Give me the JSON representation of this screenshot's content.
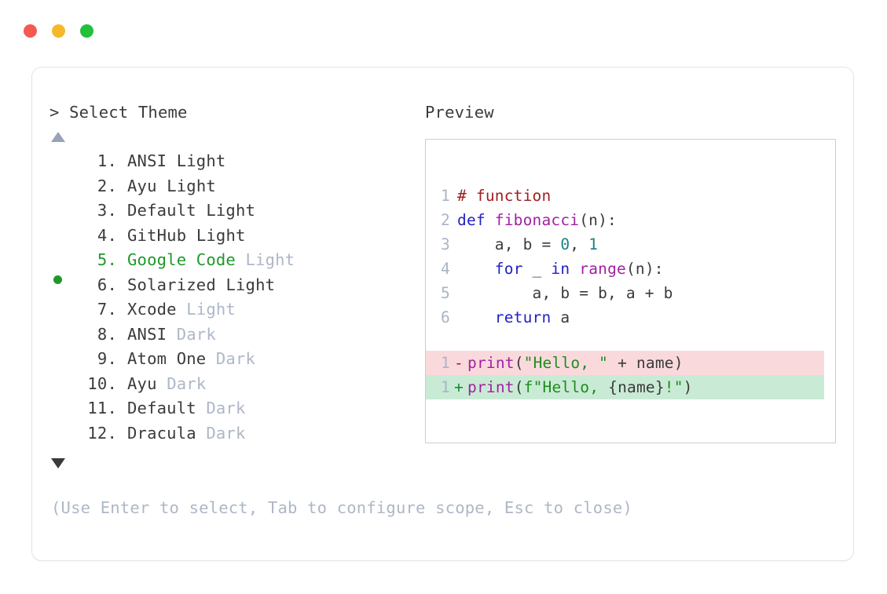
{
  "window": {
    "traffic_lights": [
      {
        "name": "close",
        "color": "#f65951"
      },
      {
        "name": "minimize",
        "color": "#f6b82b"
      },
      {
        "name": "maximize",
        "color": "#23c03a"
      }
    ]
  },
  "selector": {
    "prompt_caret": ">",
    "prompt_label": "Select Theme",
    "scroll_up_icon": "triangle-up-icon",
    "scroll_down_icon": "triangle-down-icon",
    "selected_index": 5,
    "items": [
      {
        "index": "1.",
        "name": "ANSI",
        "variant": "Light",
        "variant_muted": false,
        "selected": false
      },
      {
        "index": "2.",
        "name": "Ayu",
        "variant": "Light",
        "variant_muted": false,
        "selected": false
      },
      {
        "index": "3.",
        "name": "Default",
        "variant": "Light",
        "variant_muted": false,
        "selected": false
      },
      {
        "index": "4.",
        "name": "GitHub",
        "variant": "Light",
        "variant_muted": false,
        "selected": false
      },
      {
        "index": "5.",
        "name": "Google Code",
        "variant": "Light",
        "variant_muted": true,
        "selected": true
      },
      {
        "index": "6.",
        "name": "Solarized",
        "variant": "Light",
        "variant_muted": false,
        "selected": false
      },
      {
        "index": "7.",
        "name": "Xcode",
        "variant": "Light",
        "variant_muted": true,
        "selected": false
      },
      {
        "index": "8.",
        "name": "ANSI",
        "variant": "Dark",
        "variant_muted": true,
        "selected": false
      },
      {
        "index": "9.",
        "name": "Atom One",
        "variant": "Dark",
        "variant_muted": true,
        "selected": false
      },
      {
        "index": "10.",
        "name": "Ayu",
        "variant": "Dark",
        "variant_muted": true,
        "selected": false
      },
      {
        "index": "11.",
        "name": "Default",
        "variant": "Dark",
        "variant_muted": true,
        "selected": false
      },
      {
        "index": "12.",
        "name": "Dracula",
        "variant": "Dark",
        "variant_muted": true,
        "selected": false
      }
    ],
    "hint": "(Use Enter to select, Tab to configure scope, Esc to close)"
  },
  "preview": {
    "label": "Preview",
    "code_lines": [
      {
        "number": "1",
        "tokens": [
          {
            "t": "# function",
            "c": "comment"
          }
        ]
      },
      {
        "number": "2",
        "tokens": [
          {
            "t": "def ",
            "c": "kw"
          },
          {
            "t": "fibonacci",
            "c": "fn"
          },
          {
            "t": "(n):",
            "c": "plain"
          }
        ]
      },
      {
        "number": "3",
        "tokens": [
          {
            "t": "    a, b = ",
            "c": "plain"
          },
          {
            "t": "0",
            "c": "num"
          },
          {
            "t": ", ",
            "c": "plain"
          },
          {
            "t": "1",
            "c": "num"
          }
        ]
      },
      {
        "number": "4",
        "tokens": [
          {
            "t": "    ",
            "c": "plain"
          },
          {
            "t": "for",
            "c": "kw"
          },
          {
            "t": " _ ",
            "c": "plain"
          },
          {
            "t": "in",
            "c": "kw"
          },
          {
            "t": " ",
            "c": "plain"
          },
          {
            "t": "range",
            "c": "fn"
          },
          {
            "t": "(n):",
            "c": "plain"
          }
        ]
      },
      {
        "number": "5",
        "tokens": [
          {
            "t": "        a, b = b, a + b",
            "c": "plain"
          }
        ]
      },
      {
        "number": "6",
        "tokens": [
          {
            "t": "    ",
            "c": "plain"
          },
          {
            "t": "return",
            "c": "kw"
          },
          {
            "t": " a",
            "c": "plain"
          }
        ]
      }
    ],
    "diff_lines": [
      {
        "number": "1",
        "marker": "-",
        "kind": "deleted",
        "tokens": [
          {
            "t": "print",
            "c": "fn"
          },
          {
            "t": "(",
            "c": "plain"
          },
          {
            "t": "\"Hello, \"",
            "c": "str"
          },
          {
            "t": " + name)",
            "c": "plain"
          }
        ]
      },
      {
        "number": "1",
        "marker": "+",
        "kind": "added",
        "tokens": [
          {
            "t": "print",
            "c": "fn"
          },
          {
            "t": "(",
            "c": "plain"
          },
          {
            "t": "f\"Hello, ",
            "c": "str"
          },
          {
            "t": "{name}",
            "c": "plain"
          },
          {
            "t": "!\"",
            "c": "str"
          },
          {
            "t": ")",
            "c": "plain"
          }
        ]
      }
    ]
  },
  "colors": {
    "accent_green": "#1e9929",
    "muted_text": "#aeb7c6",
    "body_text": "#3b3b3b",
    "line_number": "#aab4c4",
    "panel_border": "#c7cdd8",
    "card_border": "#e2e4e9",
    "diff_delete_bg": "#fad9dd",
    "diff_add_bg": "#c9ebd5",
    "syntax_comment": "#9f2020",
    "syntax_keyword": "#2222c2",
    "syntax_function": "#a122a1",
    "syntax_number": "#1f8080",
    "syntax_string": "#1d8d1d"
  }
}
